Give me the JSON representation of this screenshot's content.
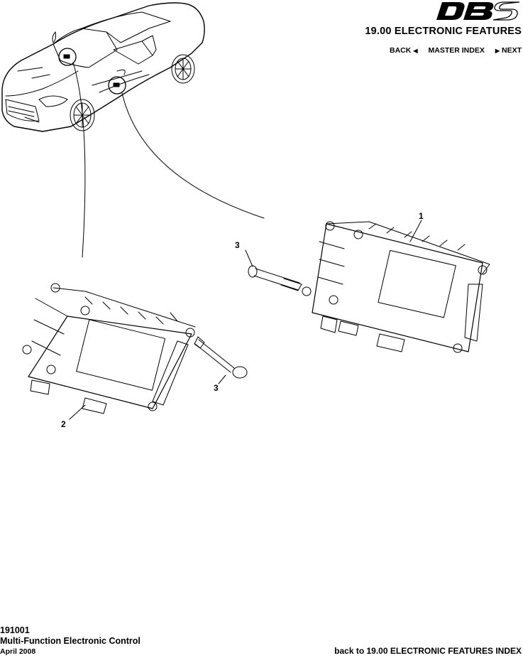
{
  "header": {
    "logo_text": "DBS",
    "section_title": "19.00 ELECTRONIC FEATURES",
    "nav": {
      "back_label": "BACK",
      "master_index_label": "MASTER INDEX",
      "next_label": "NEXT"
    }
  },
  "diagram": {
    "callouts": [
      {
        "id": "1",
        "label": "1"
      },
      {
        "id": "2",
        "label": "2"
      },
      {
        "id": "3a",
        "label": "3"
      },
      {
        "id": "3b",
        "label": "3"
      }
    ]
  },
  "footer": {
    "code": "191001",
    "title": "Multi-Function Electronic Control",
    "date": "April 2008",
    "index_link": "back to 19.00 ELECTRONIC FEATURES INDEX"
  }
}
